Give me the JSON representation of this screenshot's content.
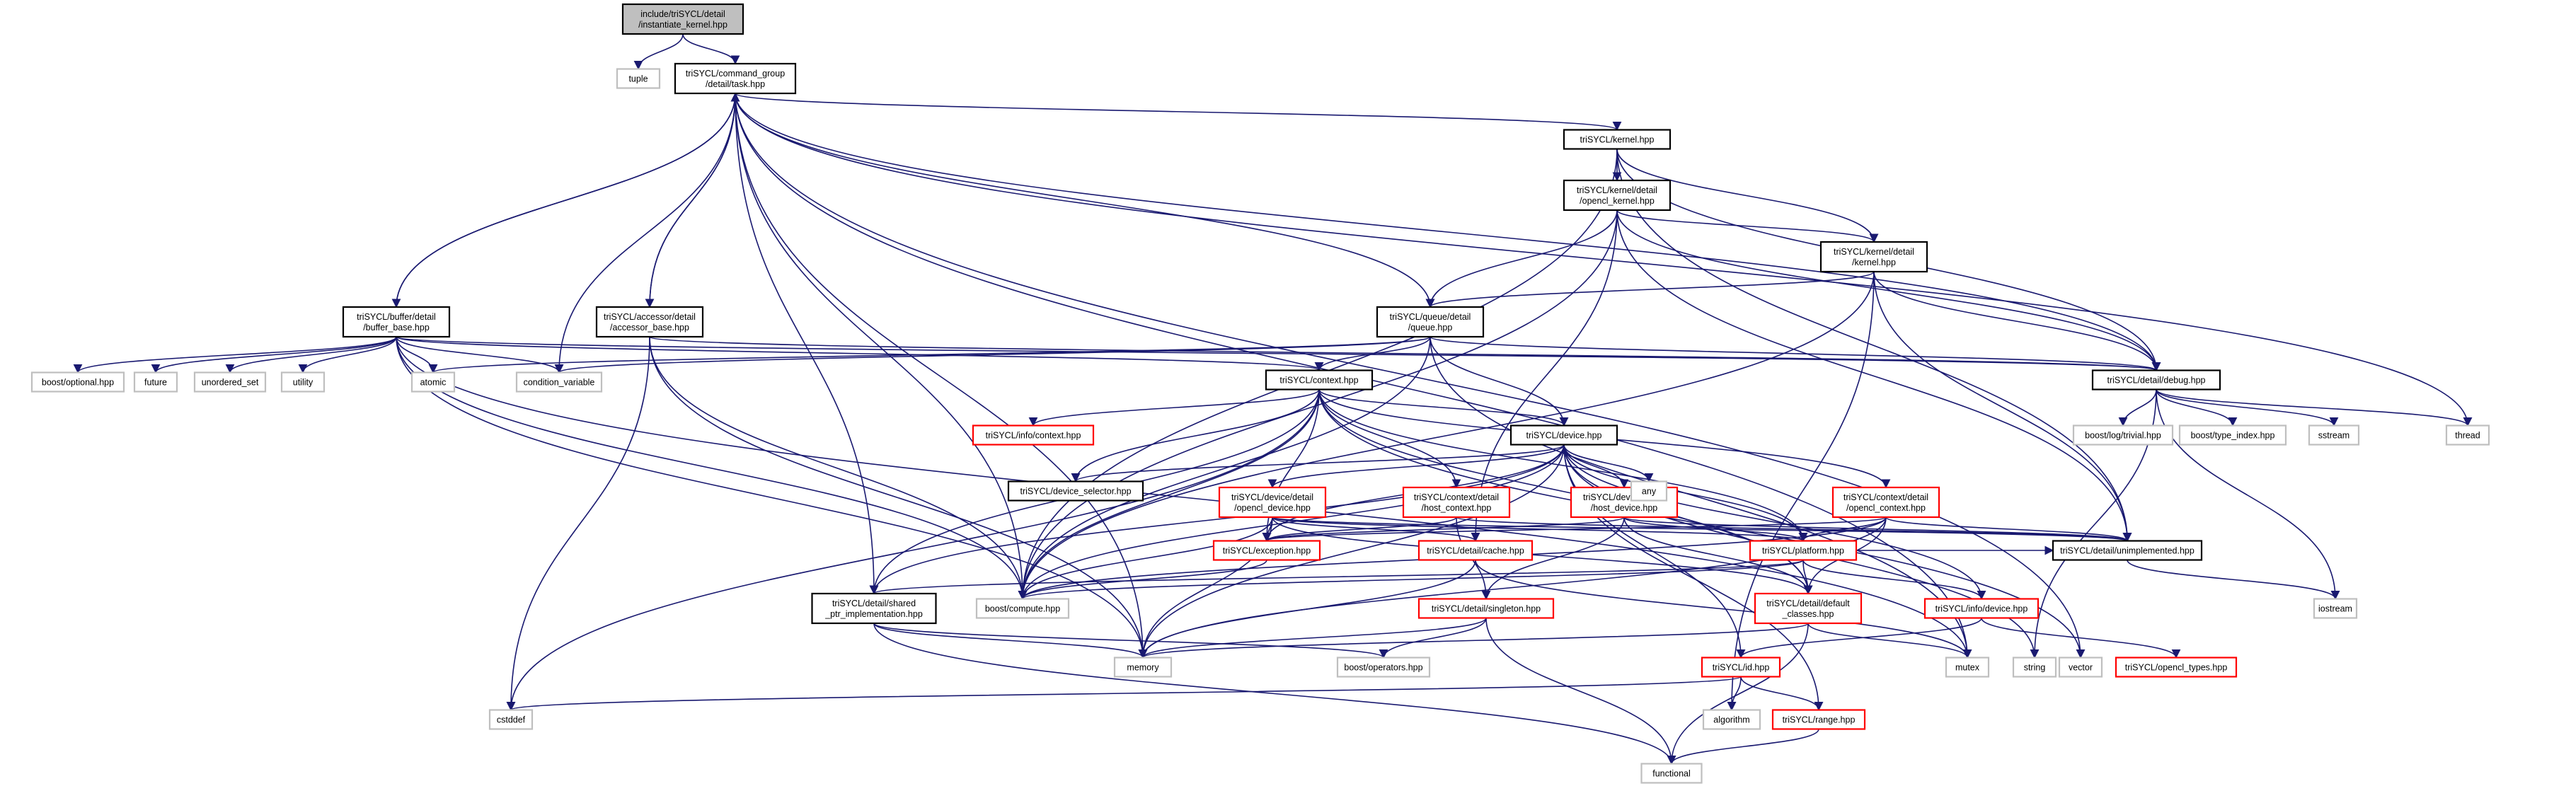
{
  "graph": {
    "nodes": [
      {
        "id": "root",
        "lines": [
          "include/triSYCL/detail",
          "/instantiate_kernel.hpp"
        ],
        "style": "root"
      },
      {
        "id": "tuple",
        "lines": [
          "tuple"
        ],
        "style": "ext"
      },
      {
        "id": "task",
        "lines": [
          "triSYCL/command_group",
          "/detail/task.hpp"
        ],
        "style": "doc"
      },
      {
        "id": "kernel",
        "lines": [
          "triSYCL/kernel.hpp"
        ],
        "style": "doc"
      },
      {
        "id": "opencl_kernel",
        "lines": [
          "triSYCL/kernel/detail",
          "/opencl_kernel.hpp"
        ],
        "style": "doc"
      },
      {
        "id": "kernel_detail",
        "lines": [
          "triSYCL/kernel/detail",
          "/kernel.hpp"
        ],
        "style": "doc"
      },
      {
        "id": "buffer_base",
        "lines": [
          "triSYCL/buffer/detail",
          "/buffer_base.hpp"
        ],
        "style": "doc"
      },
      {
        "id": "accessor_base",
        "lines": [
          "triSYCL/accessor/detail",
          "/accessor_base.hpp"
        ],
        "style": "doc"
      },
      {
        "id": "queue",
        "lines": [
          "triSYCL/queue/detail",
          "/queue.hpp"
        ],
        "style": "doc"
      },
      {
        "id": "debug",
        "lines": [
          "triSYCL/detail/debug.hpp"
        ],
        "style": "doc"
      },
      {
        "id": "boost_optional",
        "lines": [
          "boost/optional.hpp"
        ],
        "style": "ext"
      },
      {
        "id": "future",
        "lines": [
          "future"
        ],
        "style": "ext"
      },
      {
        "id": "unordered_set",
        "lines": [
          "unordered_set"
        ],
        "style": "ext"
      },
      {
        "id": "utility",
        "lines": [
          "utility"
        ],
        "style": "ext"
      },
      {
        "id": "atomic",
        "lines": [
          "atomic"
        ],
        "style": "ext"
      },
      {
        "id": "condition_variable",
        "lines": [
          "condition_variable"
        ],
        "style": "ext"
      },
      {
        "id": "context",
        "lines": [
          "triSYCL/context.hpp"
        ],
        "style": "doc"
      },
      {
        "id": "boost_log",
        "lines": [
          "boost/log/trivial.hpp"
        ],
        "style": "ext"
      },
      {
        "id": "boost_type_index",
        "lines": [
          "boost/type_index.hpp"
        ],
        "style": "ext"
      },
      {
        "id": "sstream",
        "lines": [
          "sstream"
        ],
        "style": "ext"
      },
      {
        "id": "thread",
        "lines": [
          "thread"
        ],
        "style": "ext"
      },
      {
        "id": "info_context",
        "lines": [
          "triSYCL/info/context.hpp"
        ],
        "style": "red"
      },
      {
        "id": "device",
        "lines": [
          "triSYCL/device.hpp"
        ],
        "style": "doc"
      },
      {
        "id": "device_selector",
        "lines": [
          "triSYCL/device_selector.hpp"
        ],
        "style": "doc"
      },
      {
        "id": "opencl_device",
        "lines": [
          "triSYCL/device/detail",
          "/opencl_device.hpp"
        ],
        "style": "red"
      },
      {
        "id": "host_context",
        "lines": [
          "triSYCL/context/detail",
          "/host_context.hpp"
        ],
        "style": "red"
      },
      {
        "id": "host_device",
        "lines": [
          "triSYCL/device/detail",
          "/host_device.hpp"
        ],
        "style": "red"
      },
      {
        "id": "any",
        "lines": [
          "any"
        ],
        "style": "ext"
      },
      {
        "id": "opencl_context",
        "lines": [
          "triSYCL/context/detail",
          "/opencl_context.hpp"
        ],
        "style": "red"
      },
      {
        "id": "exception",
        "lines": [
          "triSYCL/exception.hpp"
        ],
        "style": "red"
      },
      {
        "id": "cache",
        "lines": [
          "triSYCL/detail/cache.hpp"
        ],
        "style": "red"
      },
      {
        "id": "platform",
        "lines": [
          "triSYCL/platform.hpp"
        ],
        "style": "red"
      },
      {
        "id": "unimplemented",
        "lines": [
          "triSYCL/detail/unimplemented.hpp"
        ],
        "style": "doc"
      },
      {
        "id": "shared_ptr",
        "lines": [
          "triSYCL/detail/shared",
          "_ptr_implementation.hpp"
        ],
        "style": "doc"
      },
      {
        "id": "boost_compute",
        "lines": [
          "boost/compute.hpp"
        ],
        "style": "ext"
      },
      {
        "id": "singleton",
        "lines": [
          "triSYCL/detail/singleton.hpp"
        ],
        "style": "red"
      },
      {
        "id": "default_classes",
        "lines": [
          "triSYCL/detail/default",
          "_classes.hpp"
        ],
        "style": "red"
      },
      {
        "id": "info_device",
        "lines": [
          "triSYCL/info/device.hpp"
        ],
        "style": "red"
      },
      {
        "id": "iostream",
        "lines": [
          "iostream"
        ],
        "style": "ext"
      },
      {
        "id": "memory",
        "lines": [
          "memory"
        ],
        "style": "ext"
      },
      {
        "id": "boost_operators",
        "lines": [
          "boost/operators.hpp"
        ],
        "style": "ext"
      },
      {
        "id": "mutex",
        "lines": [
          "mutex"
        ],
        "style": "ext"
      },
      {
        "id": "string",
        "lines": [
          "string"
        ],
        "style": "ext"
      },
      {
        "id": "vector",
        "lines": [
          "vector"
        ],
        "style": "ext"
      },
      {
        "id": "opencl_types",
        "lines": [
          "triSYCL/opencl_types.hpp"
        ],
        "style": "red"
      },
      {
        "id": "cstddef",
        "lines": [
          "cstddef"
        ],
        "style": "ext"
      },
      {
        "id": "id",
        "lines": [
          "triSYCL/id.hpp"
        ],
        "style": "red"
      },
      {
        "id": "algorithm",
        "lines": [
          "algorithm"
        ],
        "style": "ext"
      },
      {
        "id": "range",
        "lines": [
          "triSYCL/range.hpp"
        ],
        "style": "red"
      },
      {
        "id": "functional",
        "lines": [
          "functional"
        ],
        "style": "ext"
      }
    ],
    "edges": [
      [
        "root",
        "tuple"
      ],
      [
        "root",
        "task"
      ],
      [
        "task",
        "kernel"
      ],
      [
        "task",
        "buffer_base"
      ],
      [
        "task",
        "accessor_base"
      ],
      [
        "task",
        "queue"
      ],
      [
        "task",
        "debug"
      ],
      [
        "task",
        "condition_variable"
      ],
      [
        "task",
        "thread"
      ],
      [
        "task",
        "memory"
      ],
      [
        "task",
        "boost_compute"
      ],
      [
        "task",
        "shared_ptr"
      ],
      [
        "task",
        "mutex"
      ],
      [
        "task",
        "vector"
      ],
      [
        "kernel",
        "opencl_kernel"
      ],
      [
        "kernel",
        "kernel_detail"
      ],
      [
        "kernel",
        "debug"
      ],
      [
        "kernel",
        "unimplemented"
      ],
      [
        "kernel",
        "boost_compute"
      ],
      [
        "opencl_kernel",
        "kernel_detail"
      ],
      [
        "opencl_kernel",
        "queue"
      ],
      [
        "opencl_kernel",
        "debug"
      ],
      [
        "opencl_kernel",
        "cache"
      ],
      [
        "opencl_kernel",
        "unimplemented"
      ],
      [
        "opencl_kernel",
        "boost_compute"
      ],
      [
        "kernel_detail",
        "queue"
      ],
      [
        "kernel_detail",
        "debug"
      ],
      [
        "kernel_detail",
        "unimplemented"
      ],
      [
        "kernel_detail",
        "boost_compute"
      ],
      [
        "kernel_detail",
        "algorithm"
      ],
      [
        "buffer_base",
        "task"
      ],
      [
        "buffer_base",
        "boost_optional"
      ],
      [
        "buffer_base",
        "future"
      ],
      [
        "buffer_base",
        "unordered_set"
      ],
      [
        "buffer_base",
        "utility"
      ],
      [
        "buffer_base",
        "atomic"
      ],
      [
        "buffer_base",
        "condition_variable"
      ],
      [
        "buffer_base",
        "context"
      ],
      [
        "buffer_base",
        "debug"
      ],
      [
        "buffer_base",
        "memory"
      ],
      [
        "buffer_base",
        "boost_compute"
      ],
      [
        "buffer_base",
        "mutex"
      ],
      [
        "accessor_base",
        "task"
      ],
      [
        "accessor_base",
        "debug"
      ],
      [
        "accessor_base",
        "cstddef"
      ],
      [
        "accessor_base",
        "memory"
      ],
      [
        "accessor_base",
        "boost_compute"
      ],
      [
        "queue",
        "atomic"
      ],
      [
        "queue",
        "condition_variable"
      ],
      [
        "queue",
        "context"
      ],
      [
        "queue",
        "debug"
      ],
      [
        "queue",
        "device"
      ],
      [
        "queue",
        "boost_compute"
      ],
      [
        "queue",
        "mutex"
      ],
      [
        "debug",
        "boost_log"
      ],
      [
        "debug",
        "boost_type_index"
      ],
      [
        "debug",
        "sstream"
      ],
      [
        "debug",
        "thread"
      ],
      [
        "debug",
        "iostream"
      ],
      [
        "debug",
        "string"
      ],
      [
        "context",
        "info_context"
      ],
      [
        "context",
        "device"
      ],
      [
        "context",
        "device_selector"
      ],
      [
        "context",
        "host_context"
      ],
      [
        "context",
        "opencl_context"
      ],
      [
        "context",
        "exception"
      ],
      [
        "context",
        "platform"
      ],
      [
        "context",
        "default_classes"
      ],
      [
        "context",
        "shared_ptr"
      ],
      [
        "context",
        "boost_compute"
      ],
      [
        "context",
        "cstddef"
      ],
      [
        "context",
        "vector"
      ],
      [
        "device",
        "device_selector"
      ],
      [
        "device",
        "opencl_device"
      ],
      [
        "device",
        "host_device"
      ],
      [
        "device",
        "any"
      ],
      [
        "device",
        "exception"
      ],
      [
        "device",
        "platform"
      ],
      [
        "device",
        "default_classes"
      ],
      [
        "device",
        "info_device"
      ],
      [
        "device",
        "id"
      ],
      [
        "device",
        "shared_ptr"
      ],
      [
        "device",
        "boost_compute"
      ],
      [
        "device",
        "memory"
      ],
      [
        "device",
        "string"
      ],
      [
        "device",
        "range"
      ],
      [
        "opencl_device",
        "exception"
      ],
      [
        "opencl_device",
        "cache"
      ],
      [
        "opencl_device",
        "platform"
      ],
      [
        "opencl_device",
        "default_classes"
      ],
      [
        "opencl_device",
        "unimplemented"
      ],
      [
        "opencl_device",
        "boost_compute"
      ],
      [
        "opencl_device",
        "memory"
      ],
      [
        "host_context",
        "exception"
      ],
      [
        "host_context",
        "singleton"
      ],
      [
        "host_context",
        "unimplemented"
      ],
      [
        "host_device",
        "exception"
      ],
      [
        "host_device",
        "platform"
      ],
      [
        "host_device",
        "singleton"
      ],
      [
        "host_device",
        "default_classes"
      ],
      [
        "host_device",
        "unimplemented"
      ],
      [
        "opencl_context",
        "exception"
      ],
      [
        "opencl_context",
        "platform"
      ],
      [
        "opencl_context",
        "default_classes"
      ],
      [
        "opencl_context",
        "unimplemented"
      ],
      [
        "opencl_context",
        "boost_compute"
      ],
      [
        "opencl_context",
        "memory"
      ],
      [
        "exception",
        "boost_compute"
      ],
      [
        "cache",
        "memory"
      ],
      [
        "cache",
        "mutex"
      ],
      [
        "platform",
        "default_classes"
      ],
      [
        "platform",
        "info_device"
      ],
      [
        "platform",
        "unimplemented"
      ],
      [
        "platform",
        "shared_ptr"
      ],
      [
        "platform",
        "boost_compute"
      ],
      [
        "unimplemented",
        "iostream"
      ],
      [
        "shared_ptr",
        "memory"
      ],
      [
        "shared_ptr",
        "boost_operators"
      ],
      [
        "shared_ptr",
        "functional"
      ],
      [
        "singleton",
        "memory"
      ],
      [
        "singleton",
        "boost_operators"
      ],
      [
        "singleton",
        "functional"
      ],
      [
        "default_classes",
        "memory"
      ],
      [
        "default_classes",
        "mutex"
      ],
      [
        "default_classes",
        "functional"
      ],
      [
        "info_device",
        "id"
      ],
      [
        "info_device",
        "opencl_types"
      ],
      [
        "id",
        "algorithm"
      ],
      [
        "id",
        "cstddef"
      ],
      [
        "id",
        "range"
      ],
      [
        "range",
        "functional"
      ]
    ]
  },
  "colors": {
    "edge": "#191970",
    "doc_border": "#000000",
    "ext_border": "#bfbfbf",
    "red_border": "#ff0000",
    "root_fill": "#bfbfbf"
  }
}
